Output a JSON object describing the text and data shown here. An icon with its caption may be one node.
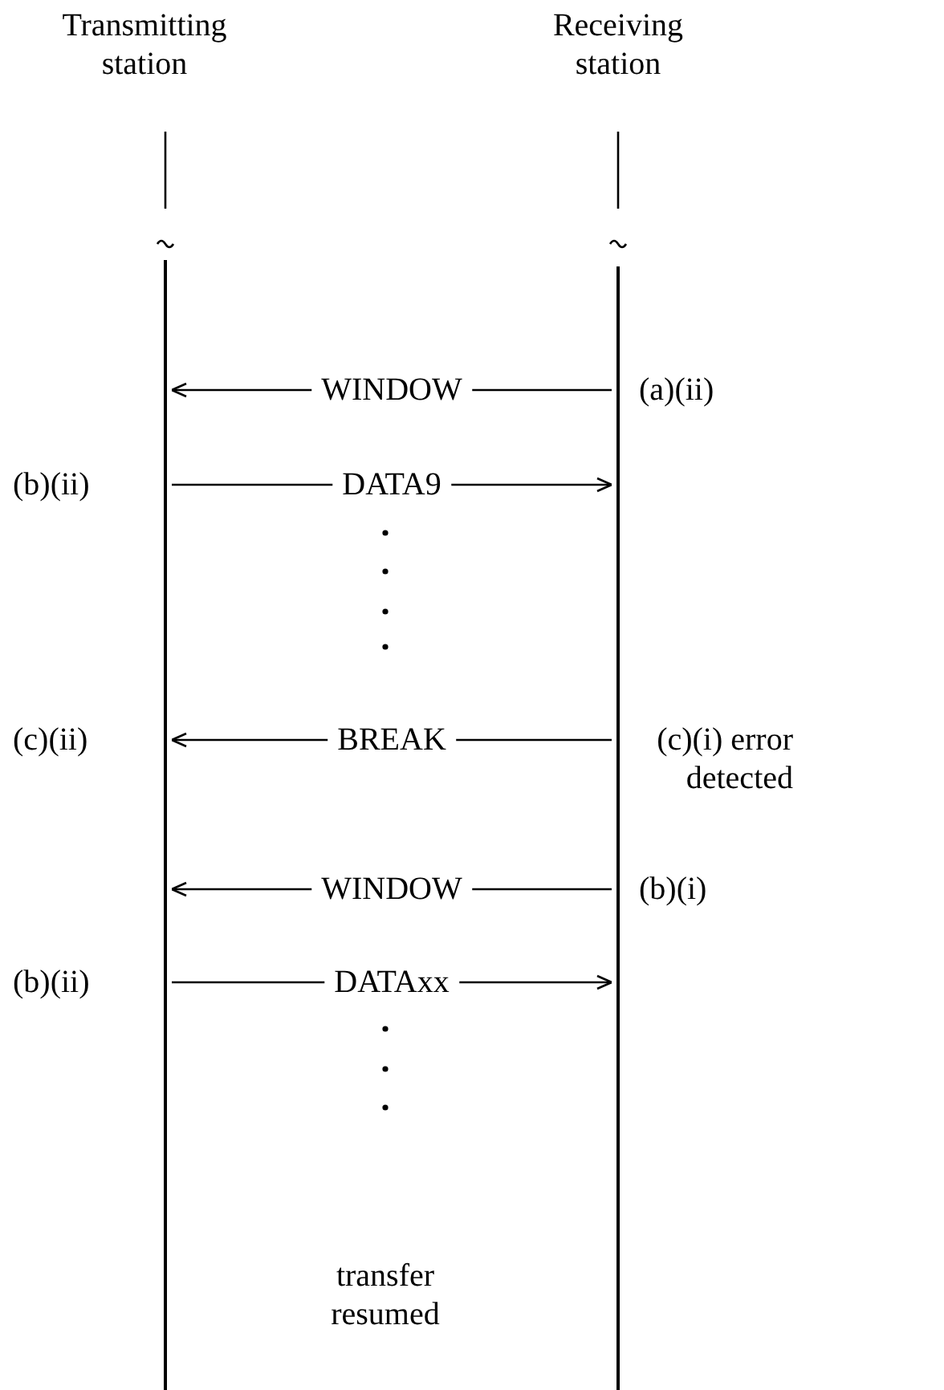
{
  "diagram": {
    "nodes": [
      {
        "text": [],
        "shape": "bar"
      },
      {
        "text": [],
        "shape": "bar"
      }
    ],
    "edges": [
      {
        "from": 1,
        "to": 0,
        "label": "WINDOW",
        "arrow": "to"
      },
      {
        "from": 0,
        "to": 1,
        "label": "DATA9",
        "arrow": "to"
      },
      {
        "from": 1,
        "to": 0,
        "label": "BREAK",
        "arrow": "to"
      },
      {
        "from": 1,
        "to": 0,
        "label": "WINDOW",
        "arrow": "to"
      },
      {
        "from": 0,
        "to": 1,
        "label": "DATAxx",
        "arrow": "to"
      }
    ],
    "labels": [
      "Transmitting station",
      "Receiving station",
      "(a)(ii)",
      "(b)(ii)",
      "(c)(ii)",
      "(c)(i) error detected",
      "(b)(i)",
      "(b)(ii)",
      "transfer resumed"
    ]
  }
}
